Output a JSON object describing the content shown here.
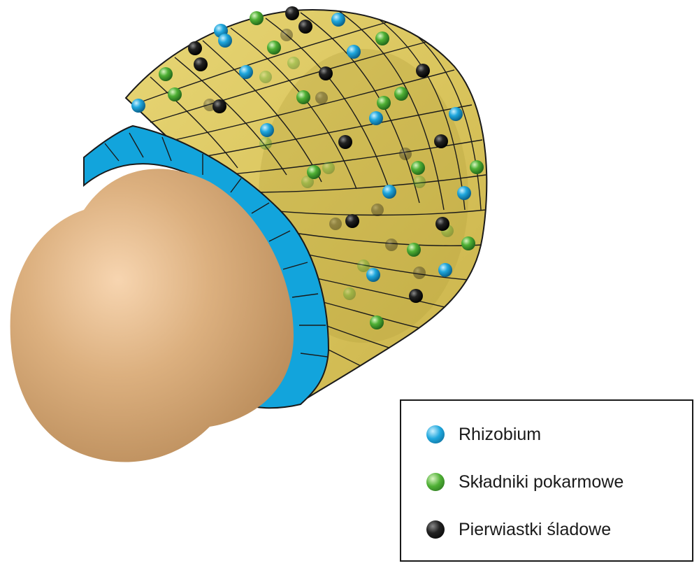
{
  "legend": {
    "items": [
      {
        "label": "Rhizobium",
        "color": "#1fa7dd",
        "icon": "blue-sphere-icon"
      },
      {
        "label": "Składniki pokarmowe",
        "color": "#4fb035",
        "icon": "green-sphere-icon"
      },
      {
        "label": "Pierwiastki śladowe",
        "color": "#111111",
        "icon": "black-sphere-icon"
      }
    ]
  },
  "colors": {
    "coating": "#ddca62",
    "coating_edge": "#1a1a1a",
    "ring": "#12a4dc",
    "seed": "#d8ab78"
  }
}
